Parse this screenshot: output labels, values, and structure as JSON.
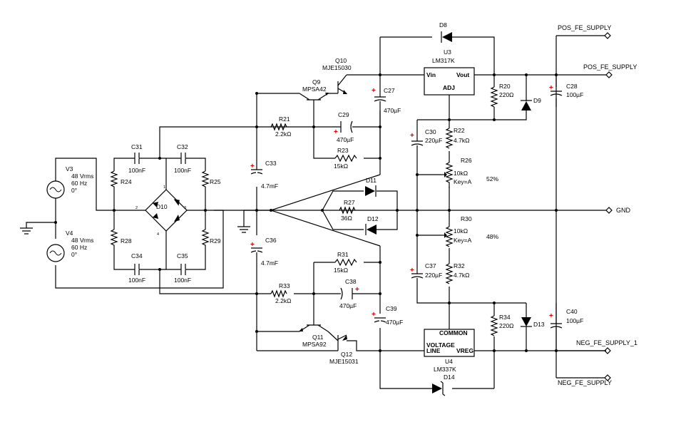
{
  "sources": {
    "V3": {
      "name": "V3",
      "vrms": "48 Vrms",
      "freq": "60 Hz",
      "phase": "0°"
    },
    "V4": {
      "name": "V4",
      "vrms": "48 Vrms",
      "freq": "60 Hz",
      "phase": "0°"
    }
  },
  "bridge": {
    "name": "D10",
    "pin1": "1",
    "pin2": "2",
    "pin3": "3",
    "pin4": "4"
  },
  "capacitors": {
    "C31": {
      "name": "C31",
      "value": "100nF"
    },
    "C32": {
      "name": "C32",
      "value": "100nF"
    },
    "C34": {
      "name": "C34",
      "value": "100nF"
    },
    "C35": {
      "name": "C35",
      "value": "100nF"
    },
    "C33": {
      "name": "C33",
      "value": "4.7mF"
    },
    "C36": {
      "name": "C36",
      "value": "4.7mF"
    },
    "C29": {
      "name": "C29",
      "value": "470µF"
    },
    "C38": {
      "name": "C38",
      "value": "470µF"
    },
    "C27": {
      "name": "C27",
      "value": "470µF"
    },
    "C39": {
      "name": "C39",
      "value": "470µF"
    },
    "C30": {
      "name": "C30",
      "value": "220µF"
    },
    "C37": {
      "name": "C37",
      "value": "220µF"
    },
    "C28": {
      "name": "C28",
      "value": "100µF"
    },
    "C40": {
      "name": "C40",
      "value": "100µF"
    }
  },
  "resistors": {
    "R24": {
      "name": "R24"
    },
    "R25": {
      "name": "R25"
    },
    "R28": {
      "name": "R28"
    },
    "R29": {
      "name": "R29"
    },
    "R21": {
      "name": "R21",
      "value": "2.2kΩ"
    },
    "R33": {
      "name": "R33",
      "value": "2.2kΩ"
    },
    "R23": {
      "name": "R23",
      "value": "15kΩ"
    },
    "R31": {
      "name": "R31",
      "value": "15kΩ"
    },
    "R27": {
      "name": "R27",
      "value": "36Ω"
    },
    "R22": {
      "name": "R22",
      "value": "4.7kΩ"
    },
    "R32": {
      "name": "R32",
      "value": "4.7kΩ"
    },
    "R20": {
      "name": "R20",
      "value": "220Ω"
    },
    "R34": {
      "name": "R34",
      "value": "220Ω"
    }
  },
  "pots": {
    "R26": {
      "name": "R26",
      "value": "10kΩ",
      "key": "Key=A",
      "percent": "52%"
    },
    "R30": {
      "name": "R30",
      "value": "10kΩ",
      "key": "Key=A",
      "percent": "48%"
    }
  },
  "transistors": {
    "Q9": {
      "name": "Q9",
      "part": "MPSA42"
    },
    "Q10": {
      "name": "Q10",
      "part": "MJE15030"
    },
    "Q11": {
      "name": "Q11",
      "part": "MPSA92"
    },
    "Q12": {
      "name": "Q12",
      "part": "MJE15031"
    }
  },
  "diodes": {
    "D8": {
      "name": "D8"
    },
    "D9": {
      "name": "D9"
    },
    "D11": {
      "name": "D11"
    },
    "D12": {
      "name": "D12"
    },
    "D13": {
      "name": "D13"
    },
    "D14": {
      "name": "D14"
    }
  },
  "regulators": {
    "U3": {
      "name": "U3",
      "part": "LM317K",
      "vin": "Vin",
      "vout": "Vout",
      "adj": "ADJ"
    },
    "U4": {
      "name": "U4",
      "part": "LM337K",
      "common": "COMMON",
      "vline_1": "VOLTAGE",
      "vline_2": "LINE",
      "vreg": "VREG"
    }
  },
  "nets": {
    "pos_top": "POS_FE_SUPPLY",
    "pos": "POS_FE_SUPPLY",
    "gnd": "GND",
    "neg": "NEG_FE_SUPPLY_1",
    "neg_bottom": "NEG_FE_SUPPLY"
  },
  "polarity_mark": "+"
}
